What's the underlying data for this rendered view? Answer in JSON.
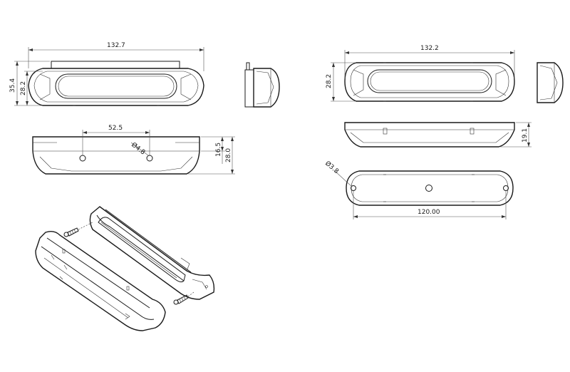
{
  "dimensions": {
    "top_left_width": "132.7",
    "top_left_height_outer": "35.4",
    "top_left_height_inner": "28.2",
    "side_hole_spacing": "52.5",
    "side_hole_dia": "Ø4.8",
    "side_height_inner": "16.5",
    "side_height_outer": "28.0",
    "right_top_width": "132.2",
    "right_top_height": "28.2",
    "right_side_height": "19.1",
    "bottom_hole_dia": "Ø3.8",
    "bottom_hole_spacing": "120.00"
  }
}
